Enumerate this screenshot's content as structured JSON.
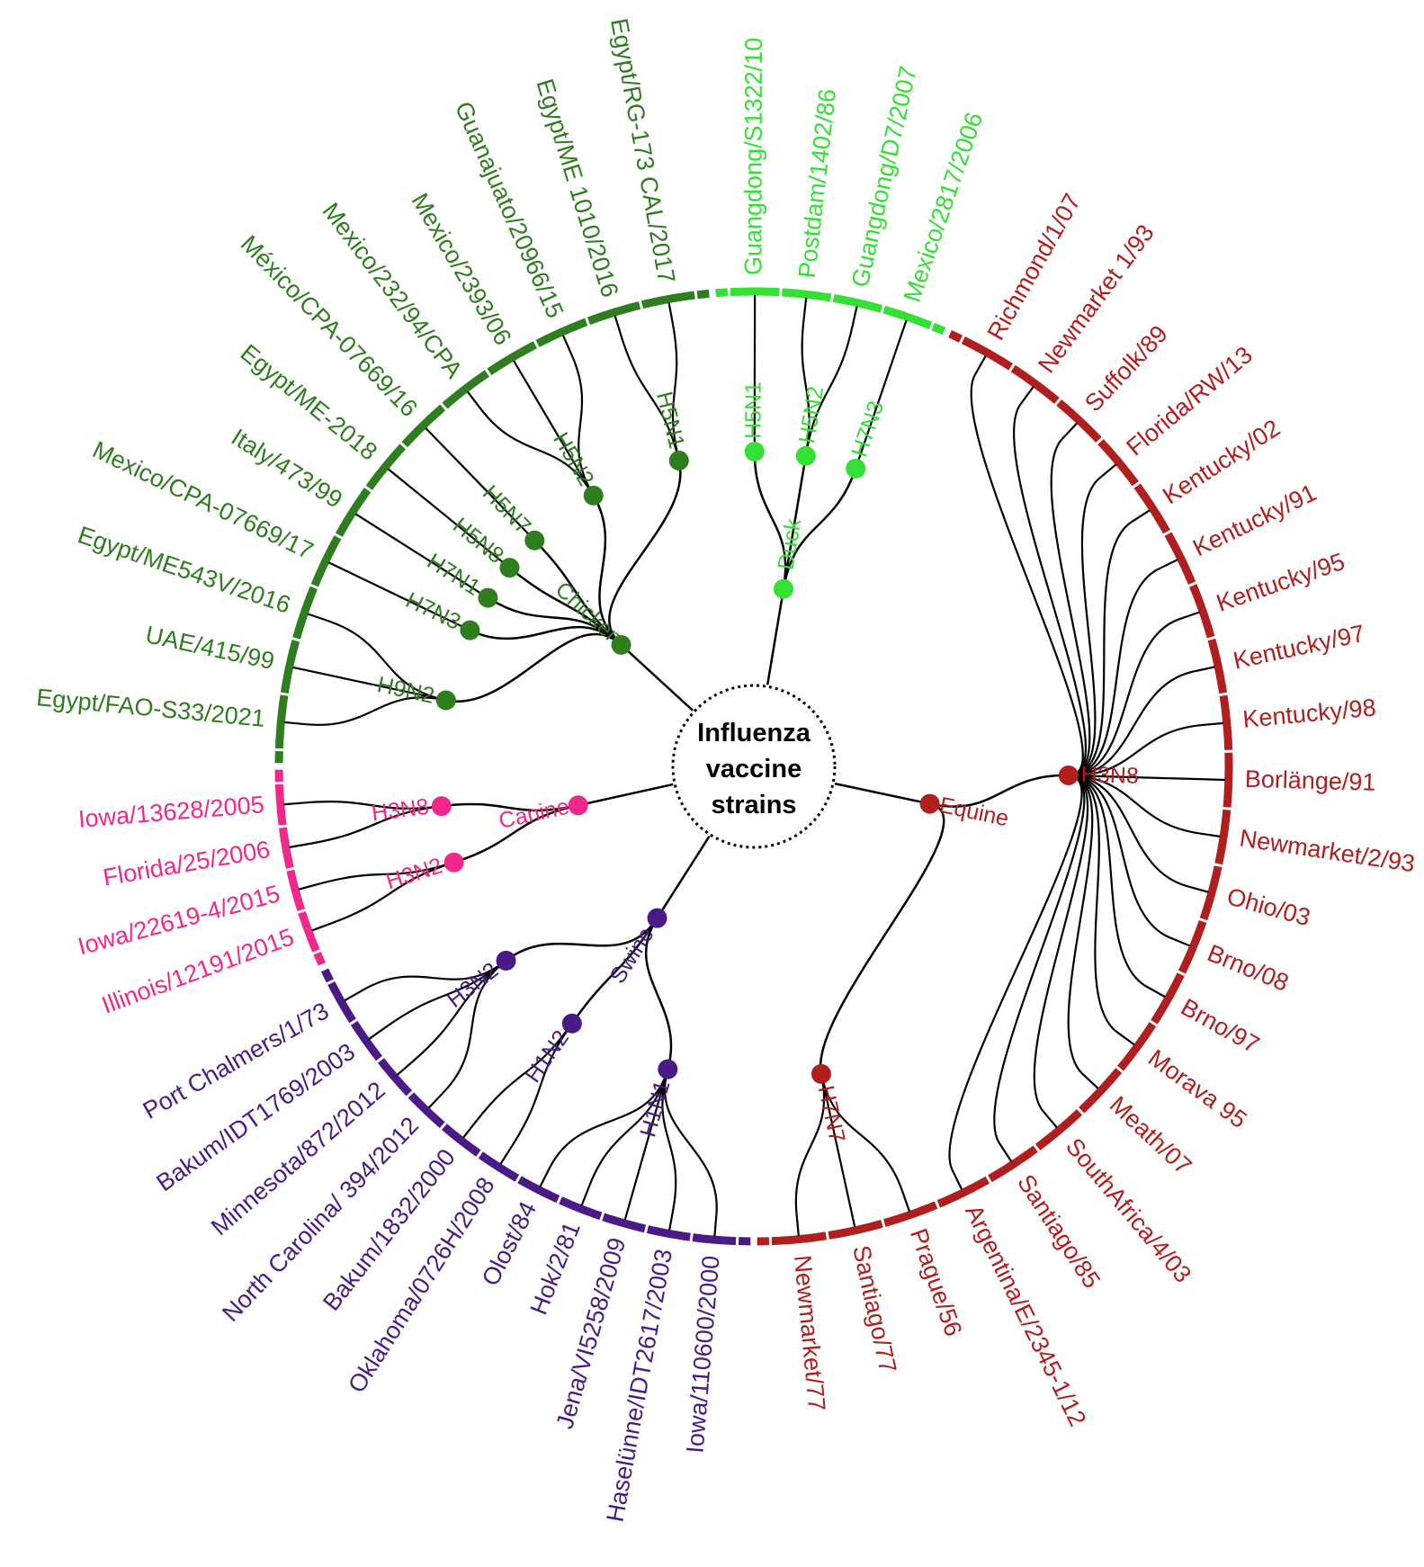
{
  "center": {
    "lines": [
      "Influenza",
      "vaccine",
      "strains"
    ]
  },
  "hosts": [
    {
      "id": "chicken",
      "label": "Chicken",
      "color": "#2e7d1e",
      "subtypes": [
        {
          "label": "H9N2",
          "strains": [
            "Egypt/FAO-S33/2021",
            "UAE/415/99",
            "Egypt/ME543V/2016"
          ]
        },
        {
          "label": "H7N3",
          "strains": [
            "Mexico/CPA-07669/17"
          ]
        },
        {
          "label": "H7N1",
          "strains": [
            "Italy/473/99"
          ]
        },
        {
          "label": "H5N8",
          "strains": [
            "Egypt/ME-2018"
          ]
        },
        {
          "label": "H5N7",
          "strains": [
            "México/CPA-07669/16"
          ]
        },
        {
          "label": "H5N2",
          "strains": [
            "Mexico/232/94/CPA",
            "Mexico/2393/06",
            "Guanajuato/20966/15"
          ]
        },
        {
          "label": "H5N1",
          "strains": [
            "Egypt/ME 1010/2016",
            "Egypt/RG-173 CAL/2017"
          ]
        }
      ]
    },
    {
      "id": "duck",
      "label": "Duck",
      "color": "#33e033",
      "subtypes": [
        {
          "label": "H5N1",
          "strains": [
            "Guangdong/S1322/10"
          ]
        },
        {
          "label": "H5N2",
          "strains": [
            "Postdam/1402/86",
            "Guangdong/D7/2007"
          ]
        },
        {
          "label": "H7N3",
          "strains": [
            "Mexico/2817/2006"
          ]
        }
      ]
    },
    {
      "id": "equine",
      "label": "Equine",
      "color": "#b01e1e",
      "subtypes": [
        {
          "label": "H3N8",
          "strains": [
            "Richmond/1/07",
            "Newmarket 1/93",
            "Suffolk/89",
            "Florida/RW/13",
            "Kentucky/02",
            "Kentucky/91",
            "Kentucky/95",
            "Kentucky/97",
            "Kentucky/98",
            "Borlänge/91",
            "Newmarket/2/93",
            "Ohio/03",
            "Brno/08",
            "Brno/97",
            "Morava 95",
            "Meath/07",
            "SouthAfrica/4/03",
            "Santiago/85",
            "Argentina/E/2345-1/12"
          ]
        },
        {
          "label": "H7N7",
          "strains": [
            "Prague/56",
            "Santiago/77",
            "Newmarket/77"
          ]
        }
      ]
    },
    {
      "id": "swine",
      "label": "Swine",
      "color": "#4a1a86",
      "subtypes": [
        {
          "label": "H1N1",
          "strains": [
            "Iowa/110600/2000",
            "Haselünne/IDT2617/2003",
            "Jena/VI5258/2009",
            "Hok/2/81",
            "Olost/84"
          ]
        },
        {
          "label": "H1N2",
          "strains": [
            "Oklahoma/0726H/2008",
            "Bakum/1832/2000"
          ]
        },
        {
          "label": "H3N2",
          "strains": [
            "North Carolina/ 394/2012",
            "Minnesota/872/2012",
            "Bakum/IDT1769/2003",
            "Port Chalmers/1/73"
          ]
        }
      ]
    },
    {
      "id": "canine",
      "label": "Canine",
      "color": "#f0288c",
      "subtypes": [
        {
          "label": "H3N2",
          "strains": [
            "Illinois/12191/2015",
            "Iowa/22619-4/2015"
          ]
        },
        {
          "label": "H3N8",
          "strains": [
            "Florida/25/2006",
            "Iowa/13628/2005"
          ]
        }
      ]
    }
  ]
}
